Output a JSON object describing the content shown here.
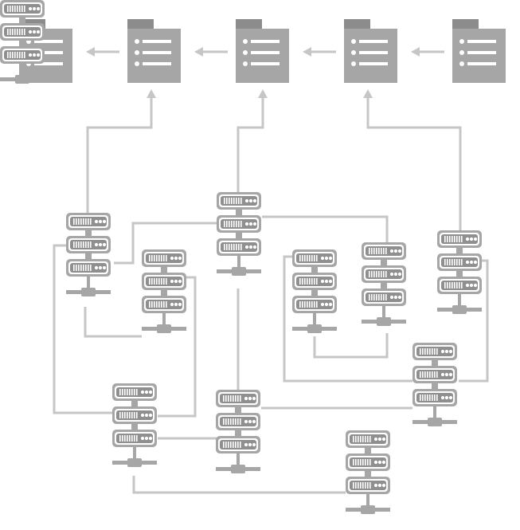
{
  "diagram": {
    "kind": "network-diagram",
    "colors": {
      "background": "#ffffff",
      "fill": "#a6a6a6",
      "fill_dark": "#8f8f8f",
      "tab": "#8c8c8c",
      "line": "#c6c6c6",
      "light": "#ffffff"
    },
    "icons": {
      "document": "document-list-icon",
      "server": "server-stack-icon",
      "arrow": "arrow-icon"
    },
    "documents": [
      {
        "id": "doc-1"
      },
      {
        "id": "doc-2"
      },
      {
        "id": "doc-3"
      },
      {
        "id": "doc-4"
      },
      {
        "id": "doc-5"
      }
    ],
    "servers": [
      {
        "id": "server-1",
        "units": 3
      },
      {
        "id": "server-2",
        "units": 3
      },
      {
        "id": "server-3",
        "units": 3
      },
      {
        "id": "server-4",
        "units": 3
      },
      {
        "id": "server-5",
        "units": 3
      },
      {
        "id": "server-6",
        "units": 3
      },
      {
        "id": "server-7",
        "units": 3
      },
      {
        "id": "server-8",
        "units": 3
      },
      {
        "id": "server-9",
        "units": 3
      },
      {
        "id": "server-10",
        "units": 3
      },
      {
        "id": "server-11",
        "units": 3
      }
    ]
  }
}
